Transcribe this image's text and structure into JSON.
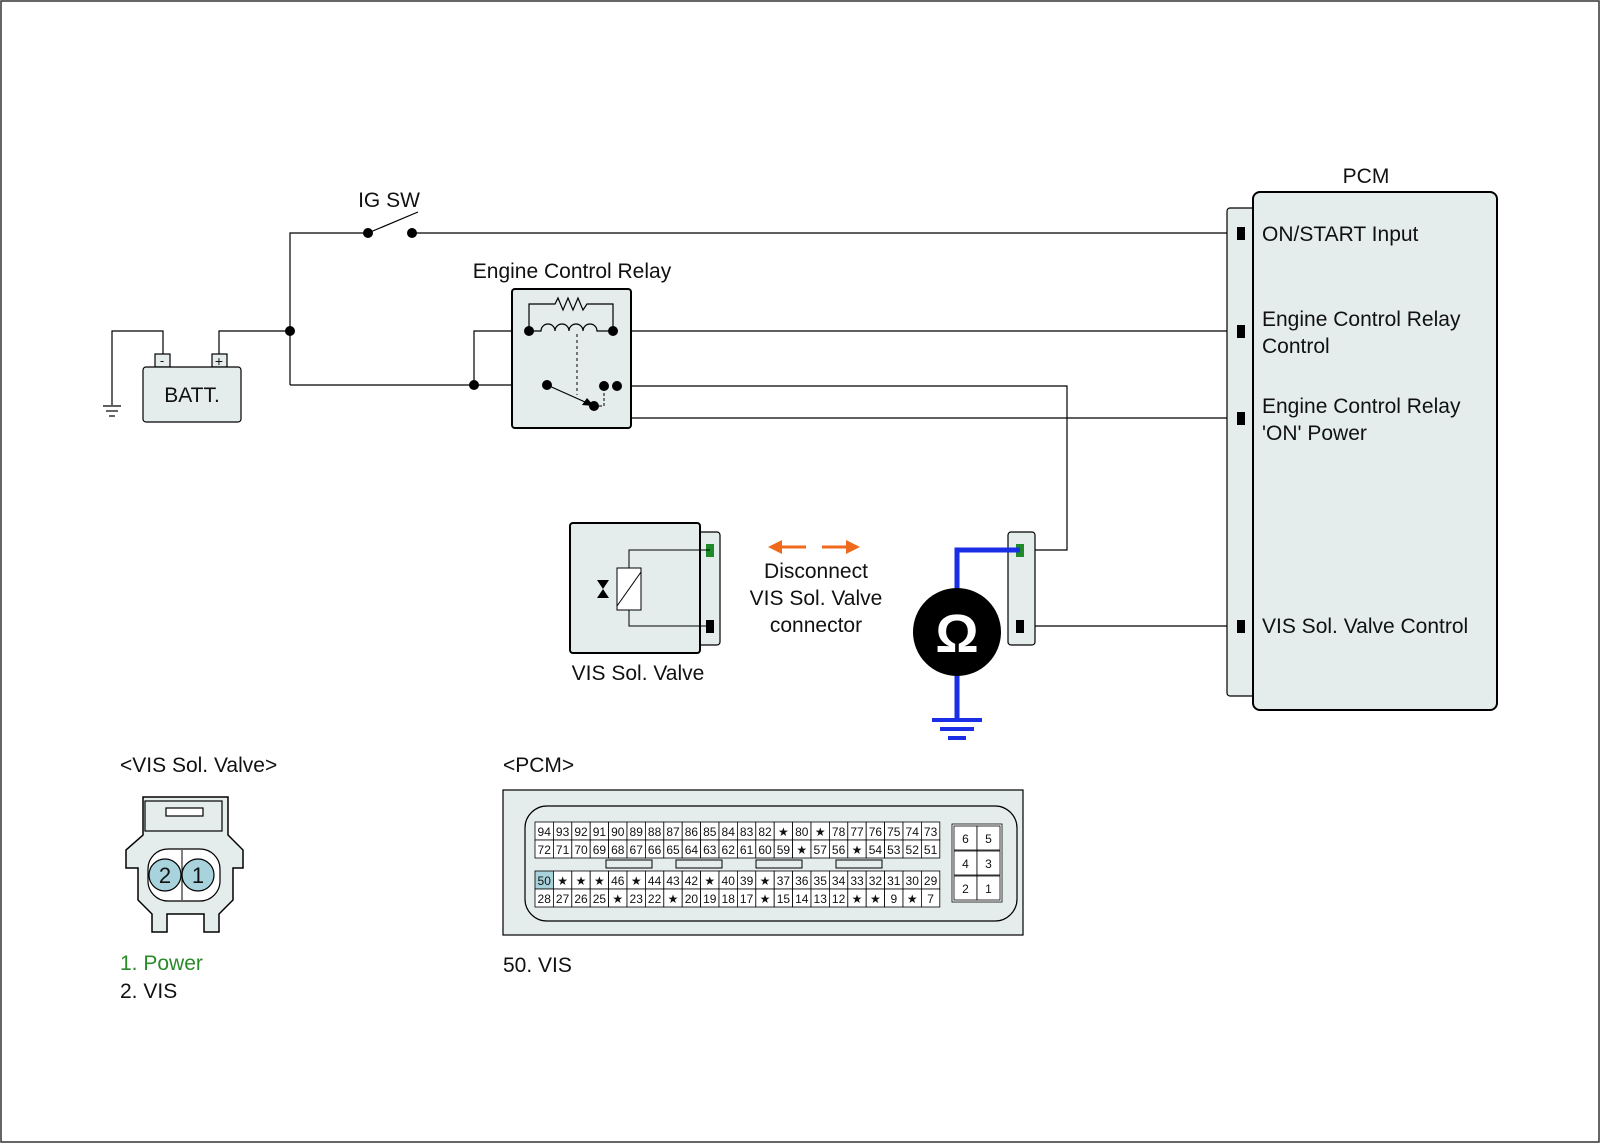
{
  "labels": {
    "ig_sw": "IG SW",
    "batt": "BATT.",
    "batt_minus": "-",
    "batt_plus": "+",
    "relay": "Engine Control Relay",
    "pcm": "PCM",
    "pcm_on_start": "ON/START Input",
    "pcm_relay_control_1": "Engine Control Relay",
    "pcm_relay_control_2": "Control",
    "pcm_relay_power_1": "Engine Control Relay",
    "pcm_relay_power_2": "'ON' Power",
    "pcm_vis_control": "VIS Sol. Valve Control",
    "vis_valve": "VIS Sol. Valve",
    "disconnect_1": "Disconnect",
    "disconnect_2": "VIS Sol. Valve",
    "disconnect_3": "connector",
    "ohm": "Ω"
  },
  "connectors": {
    "vis_title": "<VIS Sol. Valve>",
    "vis_pin_2": "2",
    "vis_pin_1": "1",
    "vis_legend_1": "1. Power",
    "vis_legend_2": "2. VIS",
    "pcm_title": "<PCM>",
    "pcm_legend": "50. VIS",
    "pcm_row1": [
      "94",
      "93",
      "92",
      "91",
      "90",
      "89",
      "88",
      "87",
      "86",
      "85",
      "84",
      "83",
      "82",
      "★",
      "80",
      "★",
      "78",
      "77",
      "76",
      "75",
      "74",
      "73"
    ],
    "pcm_row2": [
      "72",
      "71",
      "70",
      "69",
      "68",
      "67",
      "66",
      "65",
      "64",
      "63",
      "62",
      "61",
      "60",
      "59",
      "★",
      "57",
      "56",
      "★",
      "54",
      "53",
      "52",
      "51"
    ],
    "pcm_row3": [
      "50",
      "★",
      "★",
      "★",
      "46",
      "★",
      "44",
      "43",
      "42",
      "★",
      "40",
      "39",
      "★",
      "37",
      "36",
      "35",
      "34",
      "33",
      "32",
      "31",
      "30",
      "29"
    ],
    "pcm_row4": [
      "28",
      "27",
      "26",
      "25",
      "★",
      "23",
      "22",
      "★",
      "20",
      "19",
      "18",
      "17",
      "★",
      "15",
      "14",
      "13",
      "12",
      "★",
      "★",
      "9",
      "★",
      "7"
    ],
    "pcm_small": [
      "6",
      "5",
      "4",
      "3",
      "2",
      "1"
    ]
  },
  "colors": {
    "wire": "#000000",
    "box_fill": "#e4ecec",
    "meter_lead": "#1a2ee6",
    "arrow": "#f06a1e",
    "power_pin": "#1f8a2a",
    "highlight_pin": "#a9d3dc",
    "power_text": "#2a8a2a"
  }
}
